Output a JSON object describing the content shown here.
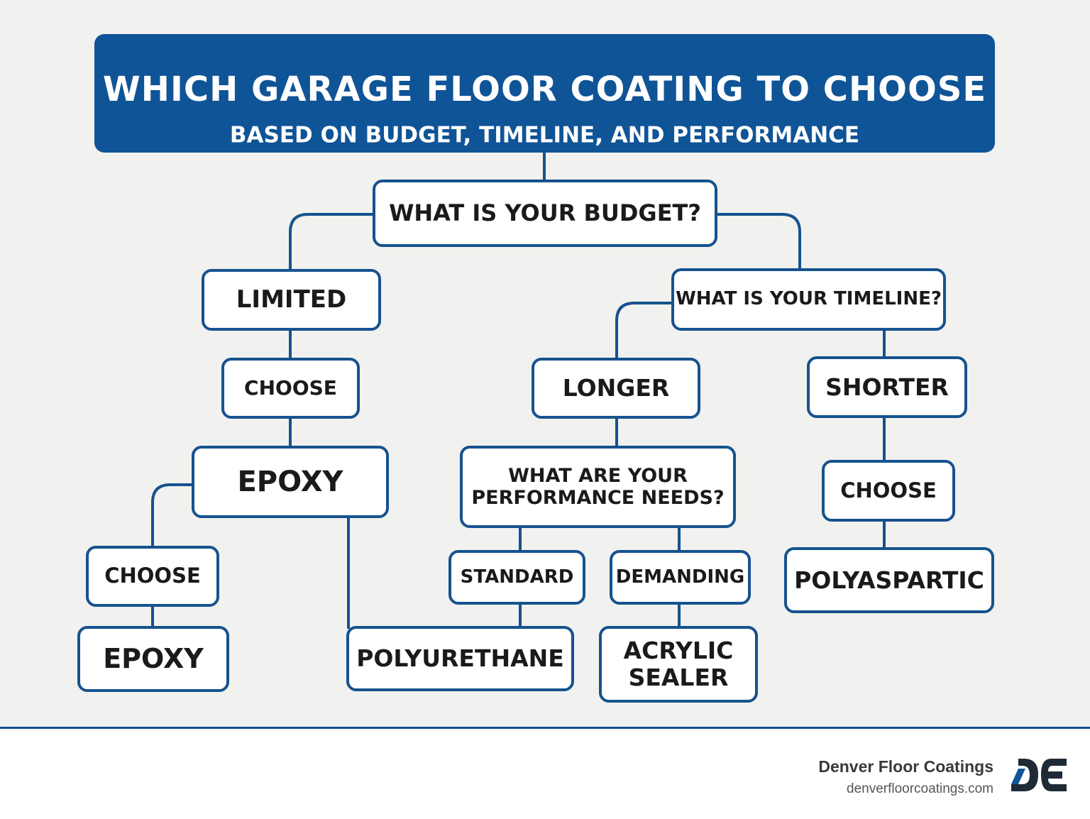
{
  "header": {
    "title": "WHICH GARAGE FLOOR COATING TO CHOOSE",
    "subtitle": "BASED ON BUDGET, TIMELINE, AND PERFORMANCE"
  },
  "nodes": {
    "budget_question": "WHAT IS YOUR BUDGET?",
    "limited": "LIMITED",
    "choose_limited": "CHOOSE",
    "epoxy_main": "EPOXY",
    "choose_epoxy": "CHOOSE",
    "epoxy_final": "EPOXY",
    "polyurethane": "POLYURETHANE",
    "timeline_question": "WHAT IS YOUR TIMELINE?",
    "longer": "LONGER",
    "shorter": "SHORTER",
    "performance_question_line1": "WHAT ARE YOUR",
    "performance_question_line2": "PERFORMANCE NEEDS?",
    "standard": "STANDARD",
    "demanding": "DEMANDING",
    "acrylic_line1": "ACRYLIC",
    "acrylic_line2": "SEALER",
    "choose_shorter": "CHOOSE",
    "polyaspartic": "POLYASPARTIC"
  },
  "footer": {
    "brand_name": "Denver Floor Coatings",
    "brand_url": "denverfloorcoatings.com"
  },
  "colors": {
    "primary_blue": "#0f5496",
    "border_blue": "#16528e",
    "background": "#f1f1ef",
    "logo_dark": "#1e2a36"
  }
}
